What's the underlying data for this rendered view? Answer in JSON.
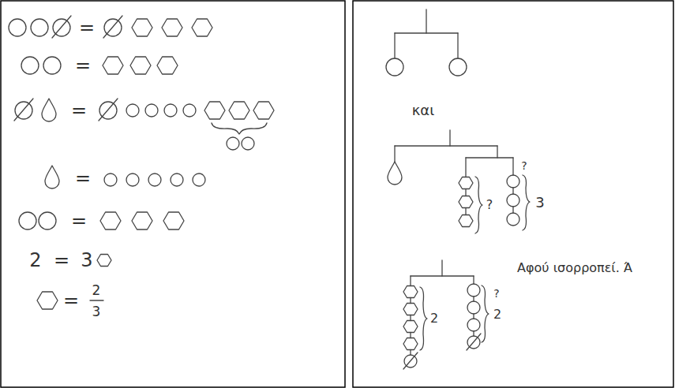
{
  "diagram": {
    "labels": [
      "=",
      "=",
      "=",
      "=",
      "=",
      "2",
      "=",
      "3",
      "=",
      "2",
      "3",
      "και",
      "?",
      "?",
      "3",
      "2",
      "?",
      "2",
      "Αφού ισορροπεί. Ά"
    ]
  }
}
